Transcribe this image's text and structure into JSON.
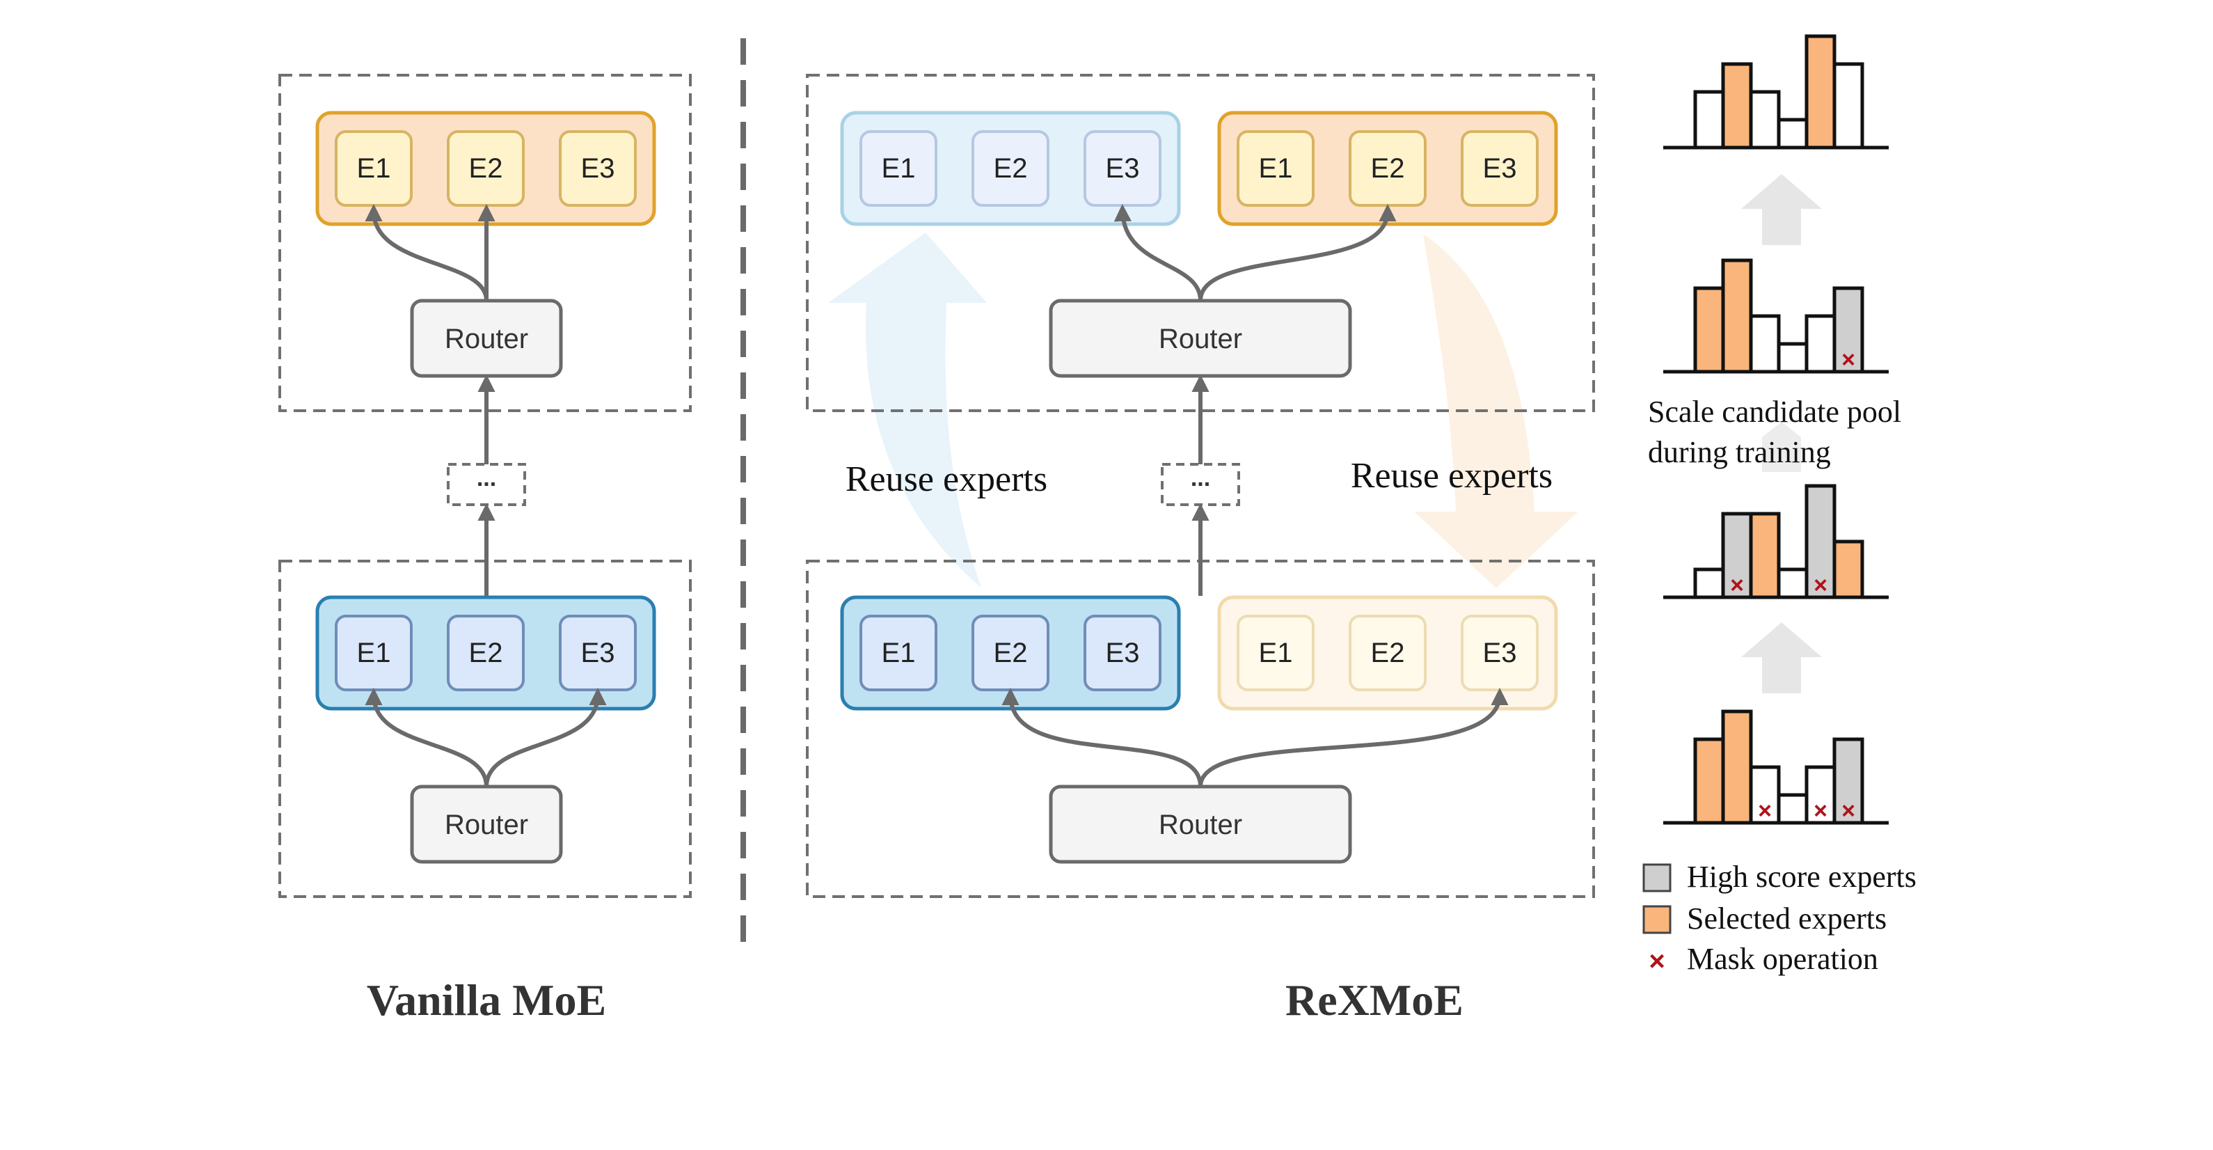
{
  "colors": {
    "blue_fill": "#bfe2f3",
    "blue_stroke": "#2a7fb0",
    "blue_expert_fill": "#dbe7fa",
    "blue_expert_stroke": "#6f8db8",
    "orange_fill": "#fde1c6",
    "orange_stroke": "#e0a22a",
    "orange_expert_fill": "#fff3cc",
    "orange_expert_stroke": "#d7b463",
    "router_fill": "#f4f4f4",
    "border_gray": "#6a6a6a",
    "dashed_gray": "#707070",
    "bar_orange": "#f9b57c",
    "bar_gray": "#cfcfcf",
    "mask_red": "#b0121b",
    "faded_up_arrow": "#e8f3fa",
    "faded_down_arrow": "#fdf1e3",
    "step_arrow": "#e6e6e6"
  },
  "vanilla": {
    "title": "Vanilla MoE",
    "top_layer": {
      "experts": [
        "E1",
        "E2",
        "E3"
      ],
      "router": "Router"
    },
    "bottom_layer": {
      "experts": [
        "E1",
        "E2",
        "E3"
      ],
      "router": "Router"
    },
    "ellipsis": "..."
  },
  "rexmoe": {
    "title": "ReXMoE",
    "top_layer": {
      "reused_group": [
        "E1",
        "E2",
        "E3"
      ],
      "own_group": [
        "E1",
        "E2",
        "E3"
      ],
      "router": "Router"
    },
    "bottom_layer": {
      "own_group": [
        "E1",
        "E2",
        "E3"
      ],
      "reused_group": [
        "E1",
        "E2",
        "E3"
      ],
      "router": "Router"
    },
    "ellipsis": "...",
    "reuse_label_left": "Reuse experts",
    "reuse_label_right": "Reuse experts"
  },
  "pool": {
    "caption_line1": "Scale candidate pool",
    "caption_line2": "during training",
    "charts": [
      {
        "heights": [
          2,
          3,
          2,
          1,
          4,
          3
        ],
        "states": [
          "white",
          "orange",
          "white",
          "white",
          "orange",
          "white"
        ],
        "masks": [
          false,
          false,
          false,
          false,
          false,
          false
        ]
      },
      {
        "heights": [
          3,
          4,
          2,
          1,
          2,
          3
        ],
        "states": [
          "orange",
          "orange",
          "white",
          "white",
          "white",
          "gray"
        ],
        "masks": [
          false,
          false,
          false,
          false,
          false,
          true
        ]
      },
      {
        "heights": [
          1,
          3,
          3,
          1,
          4,
          2
        ],
        "states": [
          "white",
          "gray",
          "orange",
          "white",
          "gray",
          "orange"
        ],
        "masks": [
          false,
          true,
          false,
          false,
          true,
          false
        ]
      },
      {
        "heights": [
          3,
          4,
          2,
          1,
          2,
          3
        ],
        "states": [
          "orange",
          "orange",
          "white",
          "white",
          "white",
          "gray"
        ],
        "masks": [
          false,
          false,
          true,
          false,
          true,
          true
        ]
      }
    ]
  },
  "legend": {
    "high_score": "High score experts",
    "selected": "Selected experts",
    "mask": "Mask operation",
    "mask_symbol": "×"
  }
}
